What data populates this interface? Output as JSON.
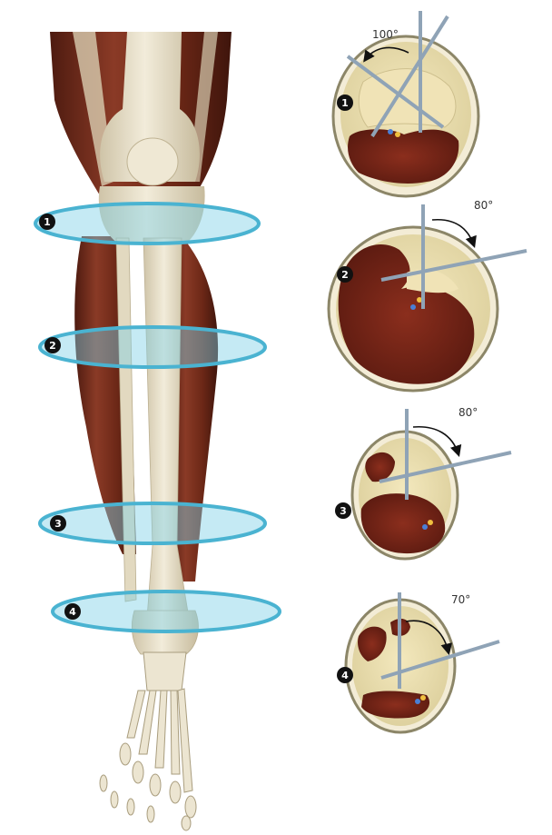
{
  "colors": {
    "background": "#ffffff",
    "bone": "#e9e1cc",
    "bone_shade": "#c9bea3",
    "muscle": "#6f2a1c",
    "muscle_dark": "#4e1b10",
    "muscle_light": "#9a4a36",
    "cross_section_tissue": "#e7ddb2",
    "cross_section_rim": "#8c8668",
    "skin_rim": "#f1ead2",
    "plane_fill": "#7fd0e6",
    "plane_stroke": "#4ab3d1",
    "needle": "#9fb0bf",
    "needle_dark": "#6f8193",
    "arrow": "#111111",
    "label_dot": "#111111",
    "label_num": "#ffffff"
  },
  "levels": [
    {
      "number": "1",
      "icon": "section-level-1-marker"
    },
    {
      "number": "2",
      "icon": "section-level-2-marker"
    },
    {
      "number": "3",
      "icon": "section-level-3-marker"
    },
    {
      "number": "4",
      "icon": "section-level-4-marker"
    }
  ],
  "sections": [
    {
      "number": "1",
      "angle_label": "100°",
      "angle_value": 100
    },
    {
      "number": "2",
      "angle_label": "80°",
      "angle_value": 80
    },
    {
      "number": "3",
      "angle_label": "80°",
      "angle_value": 80
    },
    {
      "number": "4",
      "angle_label": "70°",
      "angle_value": 70
    }
  ]
}
